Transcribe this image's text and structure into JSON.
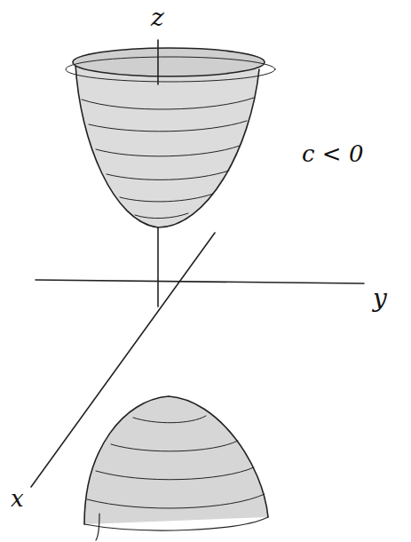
{
  "diagram": {
    "labels": [
      "z",
      "c < 0",
      "y",
      "x"
    ]
  }
}
